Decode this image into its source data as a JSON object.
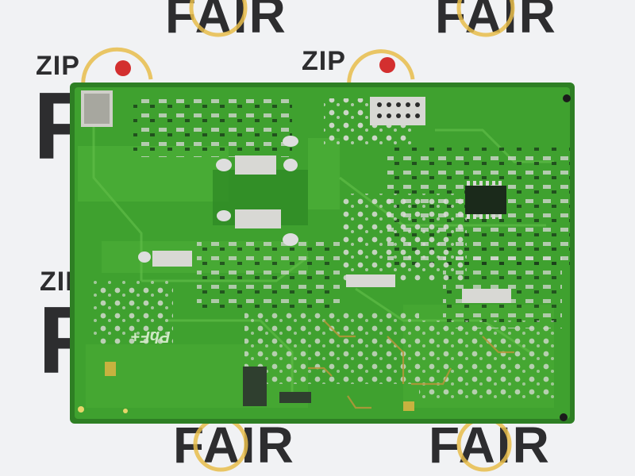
{
  "watermark": {
    "fair": "FAIR",
    "zip": "ZIP",
    "f": "F"
  },
  "board_marking": "PbF+",
  "colors": {
    "background": "#f1f2f4",
    "pcb": "#3fa12f",
    "pcb_dark": "#2e7f24",
    "trace": "#5dbb46",
    "solder": "#d9d9d6",
    "watermark_ring": "#e7bd4a",
    "watermark_dot": "#d32f2f"
  }
}
